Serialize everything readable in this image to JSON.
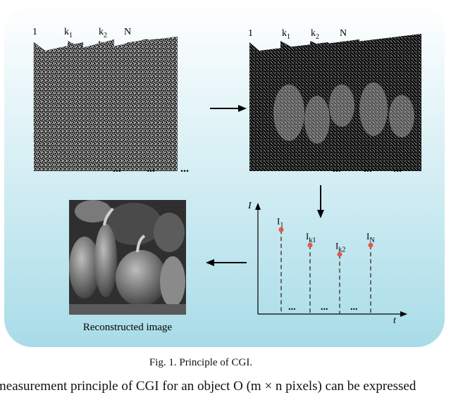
{
  "figure": {
    "patterns_labels": [
      "1",
      "k",
      "k",
      "N"
    ],
    "patterns_subscripts": [
      "",
      "1",
      "2",
      ""
    ],
    "images_labels": [
      "1",
      "k",
      "k",
      "N"
    ],
    "images_subscripts": [
      "",
      "1",
      "2",
      ""
    ],
    "ellipsis": "...",
    "plot": {
      "y_axis_label": "I",
      "x_axis_label": "t",
      "peaks": [
        {
          "label": "I",
          "sub": "1"
        },
        {
          "label": "I",
          "sub": "k1"
        },
        {
          "label": "I",
          "sub": "k2"
        },
        {
          "label": "I",
          "sub": "N"
        }
      ],
      "peak_heights": [
        0.82,
        0.67,
        0.58,
        0.67
      ],
      "marker_color": "#e05a4a"
    },
    "reconstructed_label": "Reconstructed image",
    "panel_gradient": [
      "#ffffff",
      "#a8dce8"
    ]
  },
  "caption": "Fig. 1. Principle of CGI.",
  "body_text": "measurement principle of CGI for an object O (m × n pixels) can be expressed"
}
